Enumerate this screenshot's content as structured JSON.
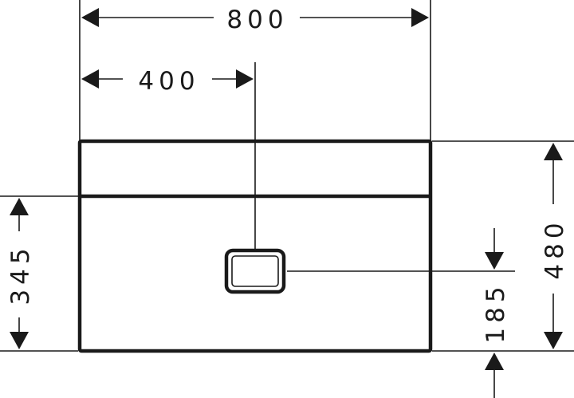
{
  "dimensions": {
    "overall_width": "800",
    "half_width": "400",
    "overall_height": "480",
    "front_height": "345",
    "handle_height": "185"
  }
}
